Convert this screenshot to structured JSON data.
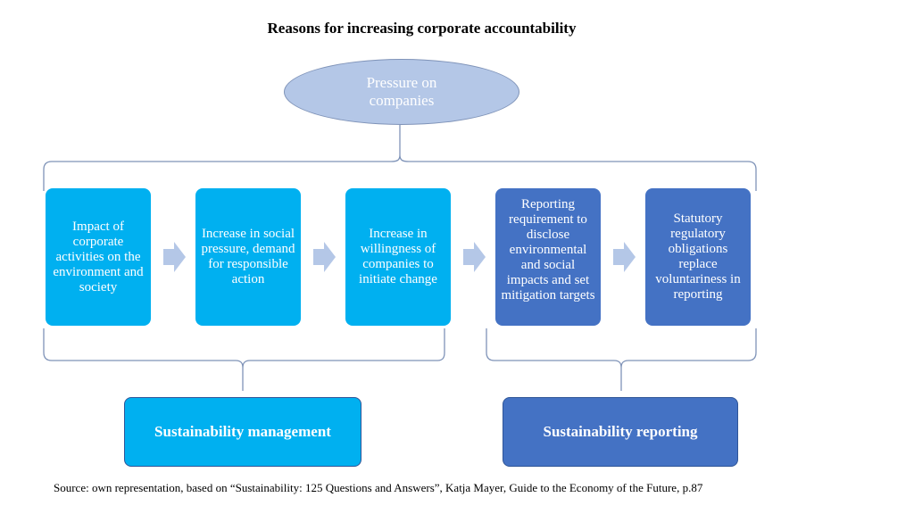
{
  "title": "Reasons for increasing corporate accountability",
  "top_node": "Pressure on companies",
  "steps": [
    {
      "text": "Impact of corporate activities on the environment and society",
      "color": "#00b0f0"
    },
    {
      "text": "Increase in social pressure, demand for responsible action",
      "color": "#00b0f0"
    },
    {
      "text": "Increase in willingness of companies to initiate change",
      "color": "#00b0f0"
    },
    {
      "text": "Reporting requirement to disclose environmental and social impacts and set mitigation targets",
      "color": "#4472c4"
    },
    {
      "text": "Statutory regulatory obligations replace voluntariness in reporting",
      "color": "#4472c4"
    }
  ],
  "categories": [
    {
      "label": "Sustainability management",
      "color": "#00b0f0"
    },
    {
      "label": "Sustainability reporting",
      "color": "#4472c4"
    }
  ],
  "source": "Source: own representation, based on “Sustainability: 125 Questions and Answers”, Katja Mayer, Guide to the Economy of the Future, p.87",
  "colors": {
    "ellipse_fill": "#b4c7e7",
    "arrow": "#b4c7e7",
    "bracket": "#7f93b8"
  }
}
